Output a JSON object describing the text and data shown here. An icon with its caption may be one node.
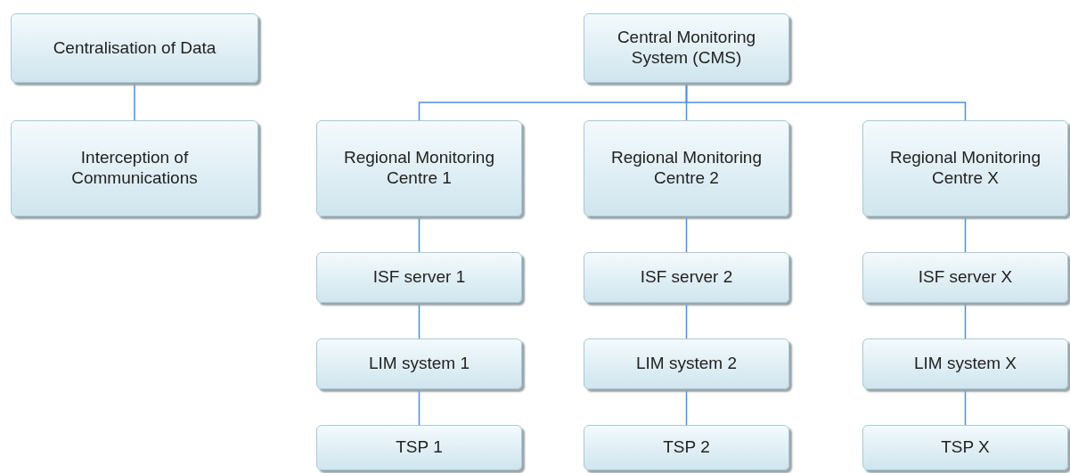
{
  "diagram": {
    "nodes": [
      {
        "text": [
          "Centralisation of Data"
        ]
      },
      {
        "text": [
          "Interception of Communications"
        ]
      },
      {
        "text": [
          "Central Monitoring System (CMS)"
        ]
      },
      {
        "text": [
          "Regional Monitoring Centre 1"
        ]
      },
      {
        "text": [
          "Regional Monitoring Centre 2"
        ]
      },
      {
        "text": [
          "Regional Monitoring Centre X"
        ]
      },
      {
        "text": [
          "ISF server 1"
        ]
      },
      {
        "text": [
          "LIM system 1"
        ]
      },
      {
        "text": [
          "TSP 1"
        ]
      },
      {
        "text": [
          "ISF server 2"
        ]
      },
      {
        "text": [
          "LIM system 2"
        ]
      },
      {
        "text": [
          "TSP 2"
        ]
      },
      {
        "text": [
          "ISF server X"
        ]
      },
      {
        "text": [
          "LIM system X"
        ]
      },
      {
        "text": [
          "TSP X"
        ]
      }
    ],
    "edges": [
      {
        "from": 0,
        "to": 1,
        "arrow": "none"
      },
      {
        "from": 2,
        "to": 3,
        "arrow": "none"
      },
      {
        "from": 2,
        "to": 4,
        "arrow": "none"
      },
      {
        "from": 2,
        "to": 5,
        "arrow": "none"
      },
      {
        "from": 3,
        "to": 6,
        "arrow": "none"
      },
      {
        "from": 6,
        "to": 7,
        "arrow": "none"
      },
      {
        "from": 7,
        "to": 8,
        "arrow": "none"
      },
      {
        "from": 4,
        "to": 9,
        "arrow": "none"
      },
      {
        "from": 9,
        "to": 10,
        "arrow": "none"
      },
      {
        "from": 10,
        "to": 11,
        "arrow": "none"
      },
      {
        "from": 5,
        "to": 12,
        "arrow": "none"
      },
      {
        "from": 12,
        "to": 13,
        "arrow": "none"
      },
      {
        "from": 13,
        "to": 14,
        "arrow": "none"
      }
    ]
  }
}
